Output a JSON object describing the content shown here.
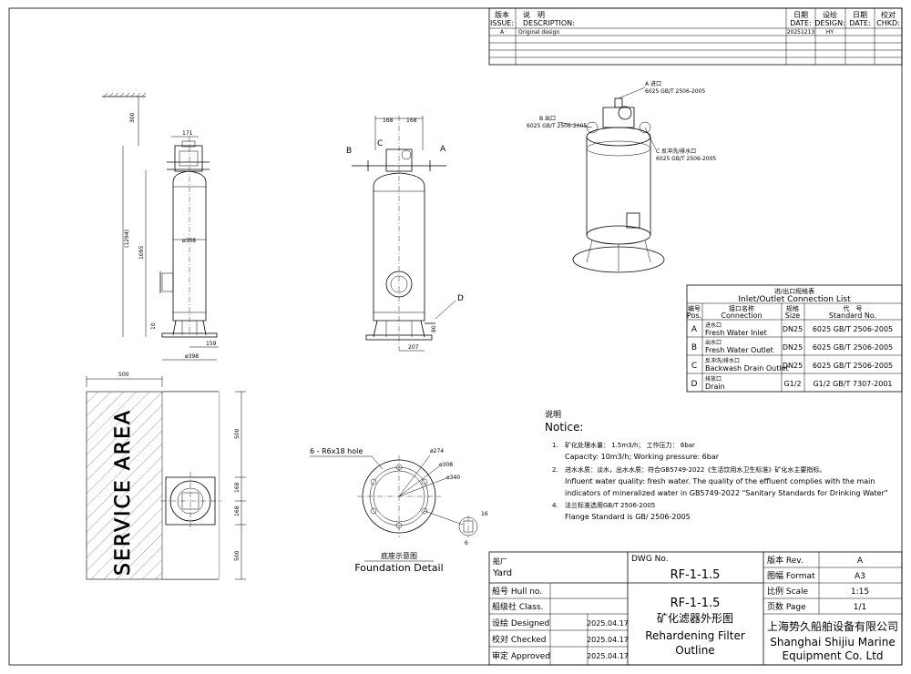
{
  "revision_table": {
    "headers": [
      {
        "cn": "版本",
        "en": "ISSUE:"
      },
      {
        "cn": "说　明",
        "en": "DESCRIPTION:"
      },
      {
        "cn": "日期",
        "en": "DATE:"
      },
      {
        "cn": "设绘",
        "en": "DESIGN:"
      },
      {
        "cn": "日期",
        "en": "DATE:"
      },
      {
        "cn": "校对",
        "en": "CHKD:"
      }
    ],
    "rows": [
      {
        "issue": "A",
        "description": "Original design",
        "date": "20251213",
        "design": "HY",
        "date2": "",
        "chkd": ""
      }
    ]
  },
  "side_view": {
    "dim_top": "300",
    "dim_171": "171",
    "dim_overall": "(1294)",
    "dim_body": "1095",
    "dim_bottom": "10",
    "dim_dia_body": "ø308",
    "dim_159": "159",
    "dim_base": "ø398"
  },
  "front_view": {
    "dim_left": "168",
    "dim_right": "168",
    "label_a": "A",
    "label_b": "B",
    "label_c": "C",
    "label_d": "D",
    "dim_207": "207",
    "dim_80": "80"
  },
  "iso_view": {
    "callout_a": "A 进口",
    "callout_a_std": "6025 GB/T 2506-2005",
    "callout_b": "B 出口",
    "callout_b_std": "6025 GB/T 2506-2005",
    "callout_c": "C 反冲洗/排水口",
    "callout_c_std": "6025 GB/T 2506-2005"
  },
  "plan_view": {
    "service_area": "SERVICE AREA",
    "dim_width": "500",
    "dim_500_top": "500",
    "dim_168_a": "168",
    "dim_168_b": "168",
    "dim_500_bottom": "500"
  },
  "foundation": {
    "hole_label": "6 - R6x18 hole",
    "dim_274": "ø274",
    "dim_308": "ø308",
    "dim_340": "ø340",
    "dim_16": "16",
    "dim_6": "6",
    "title_cn": "底座示意图",
    "title_en": "Foundation Detail"
  },
  "connection_list": {
    "title_cn": "进/出口规格表",
    "title_en": "Inlet/Outlet Connection List",
    "headers": [
      {
        "cn": "编号",
        "en": "Pos."
      },
      {
        "cn": "接口名称",
        "en": "Connection"
      },
      {
        "cn": "规格",
        "en": "Size"
      },
      {
        "cn": "代　号",
        "en": "Standard No."
      }
    ],
    "rows": [
      {
        "pos": "A",
        "cn": "进水口",
        "en": "Fresh Water Inlet",
        "size": "DN25",
        "std": "6025 GB/T 2506-2005"
      },
      {
        "pos": "B",
        "cn": "出水口",
        "en": "Fresh Water Outlet",
        "size": "DN25",
        "std": "6025 GB/T 2506-2005"
      },
      {
        "pos": "C",
        "cn": "反冲洗/排水口",
        "en": "Backwash Drain Outlet",
        "size": "DN25",
        "std": "6025 GB/T 2506-2005"
      },
      {
        "pos": "D",
        "cn": "排放口",
        "en": "Drain",
        "size": "G1/2",
        "std": "G1/2 GB/T 7307-2001"
      }
    ]
  },
  "notice": {
    "title_cn": "说明",
    "title_en": "Notice:",
    "items": [
      {
        "num": "1.",
        "cn": "矿化处理水量： 1.5m3/h； 工作压力： 6bar",
        "en": [
          "Capacity: 10m3/h; Working pressure: 6bar"
        ]
      },
      {
        "num": "2.",
        "cn": "进水水质：淡水，出水水质：符合GB5749-2022《生活饮用水卫生标准》矿化水主要指标。",
        "en": [
          "Influent water quality: fresh water. The quality of the effluent complies with the main",
          "indicators of mineralized water in GB5749-2022 \"Sanitary Standards for Drinking Water\""
        ]
      },
      {
        "num": "4.",
        "cn": "法兰标准选用GB/T 2506-2005",
        "en": [
          "Flange Standard is GB/ 2506-2005"
        ]
      }
    ]
  },
  "title_block": {
    "yard_cn": "船厂",
    "yard_en": "Yard",
    "hull_label": "船号 Hull no.",
    "class_label": "船级社 Class.",
    "designed_label": "设绘 Designed",
    "checked_label": "校对 Checked",
    "approved_label": "审定 Approved",
    "designed_date": "2025.04.17",
    "checked_date": "2025.04.17",
    "approved_date": "2025.04.17",
    "dwg_no_label": "DWG No.",
    "dwg_no": "RF-1-1.5",
    "drawing_no": "RF-1-1.5",
    "drawing_title_cn": "矿化滤器外形图",
    "drawing_title_en_1": "Rehardening Filter",
    "drawing_title_en_2": "Outline",
    "rev_label": "版本 Rev.",
    "rev": "A",
    "format_label": "图幅 Format",
    "format": "A3",
    "scale_label": "比例 Scale",
    "scale": "1:15",
    "page_label": "页数 Page",
    "page": "1/1",
    "company_cn": "上海势久船舶设备有限公司",
    "company_en_1": "Shanghai Shijiu Marine",
    "company_en_2": "Equipment Co. Ltd"
  }
}
